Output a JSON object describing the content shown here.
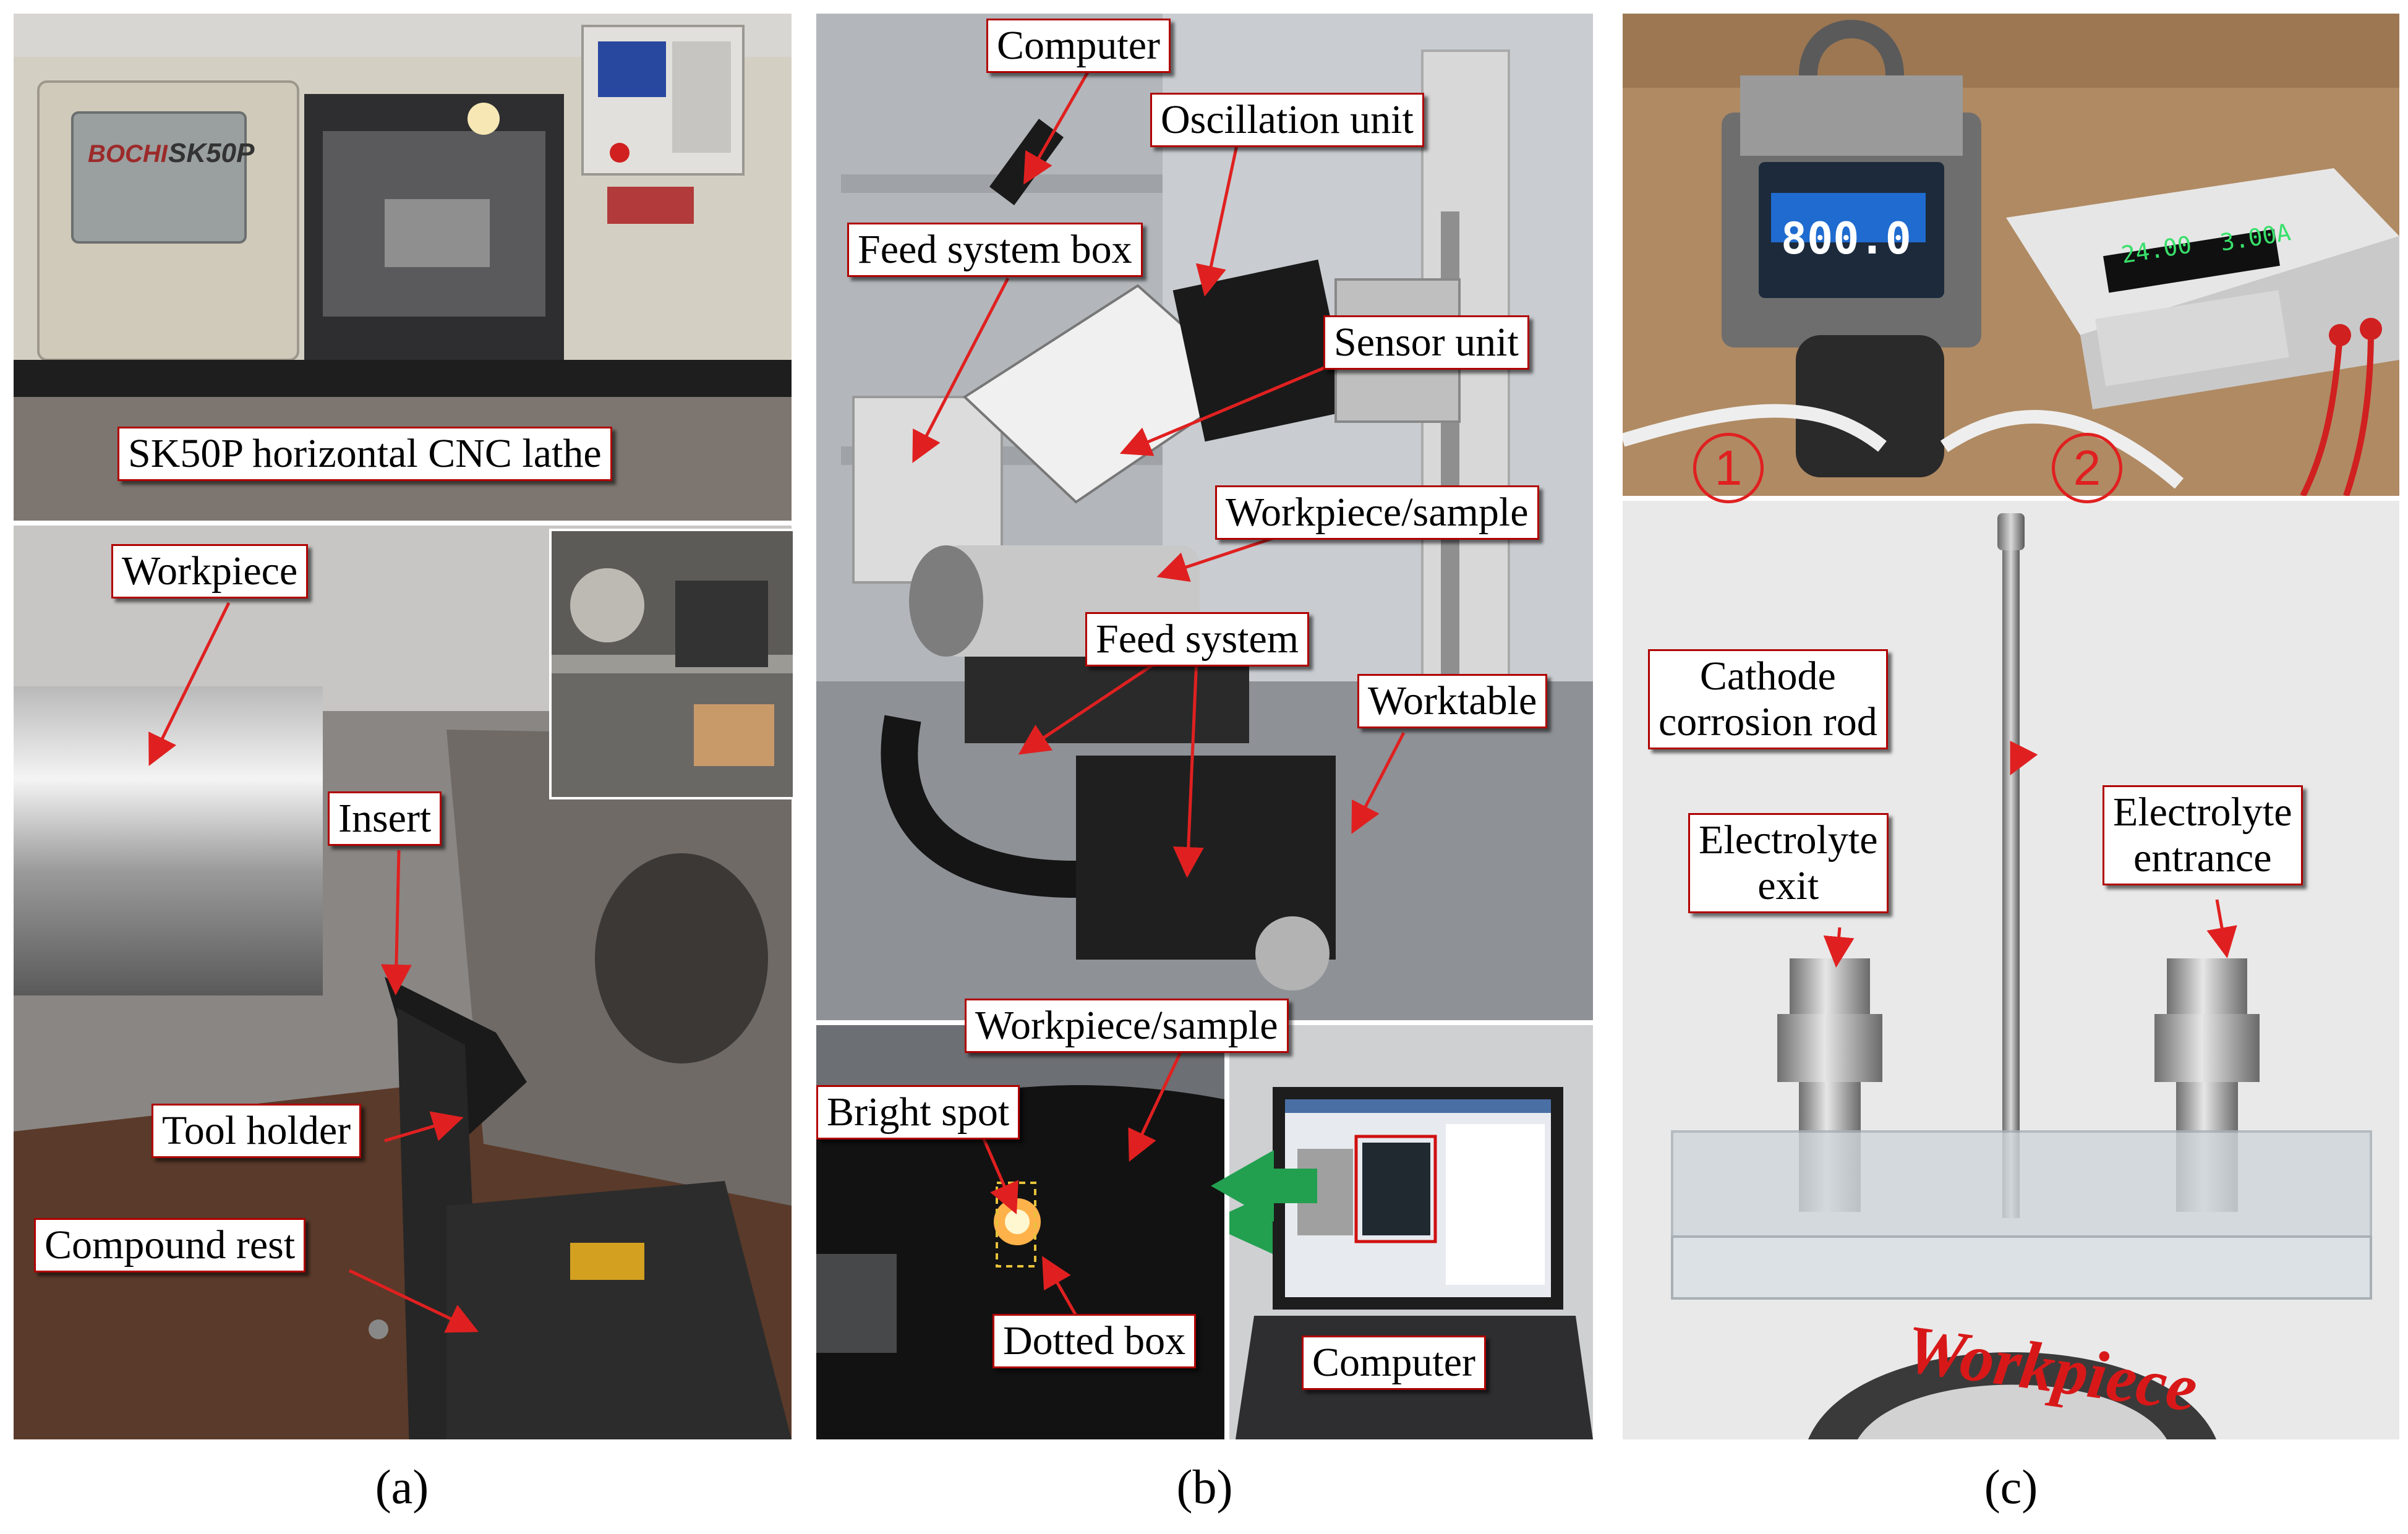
{
  "panels": {
    "a": {
      "caption": "(a)",
      "labels": {
        "lathe": "SK50P horizontal CNC lathe",
        "workpiece": "Workpiece",
        "insert": "Insert",
        "tool_holder": "Tool holder",
        "compound_rest": "Compound rest"
      },
      "machine_branding": {
        "brand": "BOCHI",
        "model": "SK50P"
      }
    },
    "b": {
      "caption": "(b)",
      "labels": {
        "computer_top": "Computer",
        "oscillation_unit": "Oscillation unit",
        "feed_system_box": "Feed system box",
        "sensor_unit": "Sensor unit",
        "workpiece_sample_top": "Workpiece/sample",
        "feed_system": "Feed system",
        "worktable": "Worktable",
        "workpiece_sample_bottom": "Workpiece/sample",
        "bright_spot": "Bright spot",
        "dotted_box": "Dotted box",
        "computer_bottom": "Computer"
      }
    },
    "c": {
      "caption": "(c)",
      "labels": {
        "cathode_rod": "Cathode\ncorrosion rod",
        "electrolyte_exit": "Electrolyte\nexit",
        "electrolyte_entrance": "Electrolyte\nentrance",
        "workpiece": "Workpiece"
      },
      "markers": [
        "1",
        "2"
      ],
      "pump_display": "800.0",
      "power_supply_display": [
        "24.00",
        "3.00A"
      ]
    }
  },
  "colors": {
    "label_border": "#b00000",
    "arrow": "#e02020",
    "accent_green": "#22a050"
  }
}
